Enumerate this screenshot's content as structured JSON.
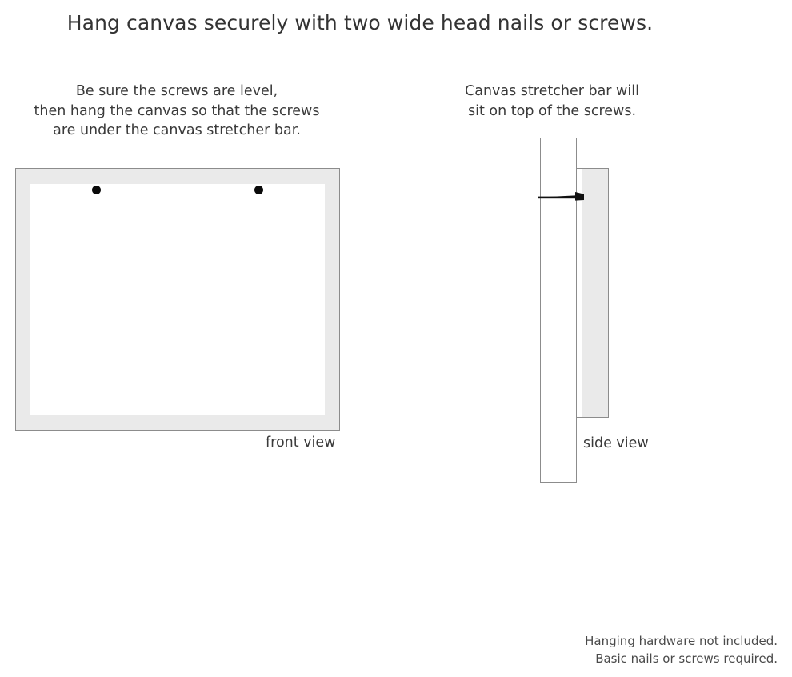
{
  "title": "Hang canvas securely with two wide head nails or screws.",
  "front_view": {
    "caption_lines": [
      "Be sure the screws are level,",
      "then hang the canvas so that the screws",
      "are under the canvas stretcher bar."
    ],
    "label": "front view",
    "screw_count": 2
  },
  "side_view": {
    "caption_lines": [
      "Canvas stretcher bar will",
      "sit on top of the screws."
    ],
    "label": "side view"
  },
  "footer": {
    "line1": "Hanging hardware not included.",
    "line2": "Basic nails or screws required."
  },
  "colors": {
    "frame_fill": "#eaeaea",
    "frame_stroke": "#8c8c8c",
    "canvas_fill": "#ffffff",
    "screw_fill": "#0a0a0a",
    "text": "#3a3a3a",
    "title_text": "#333333"
  }
}
